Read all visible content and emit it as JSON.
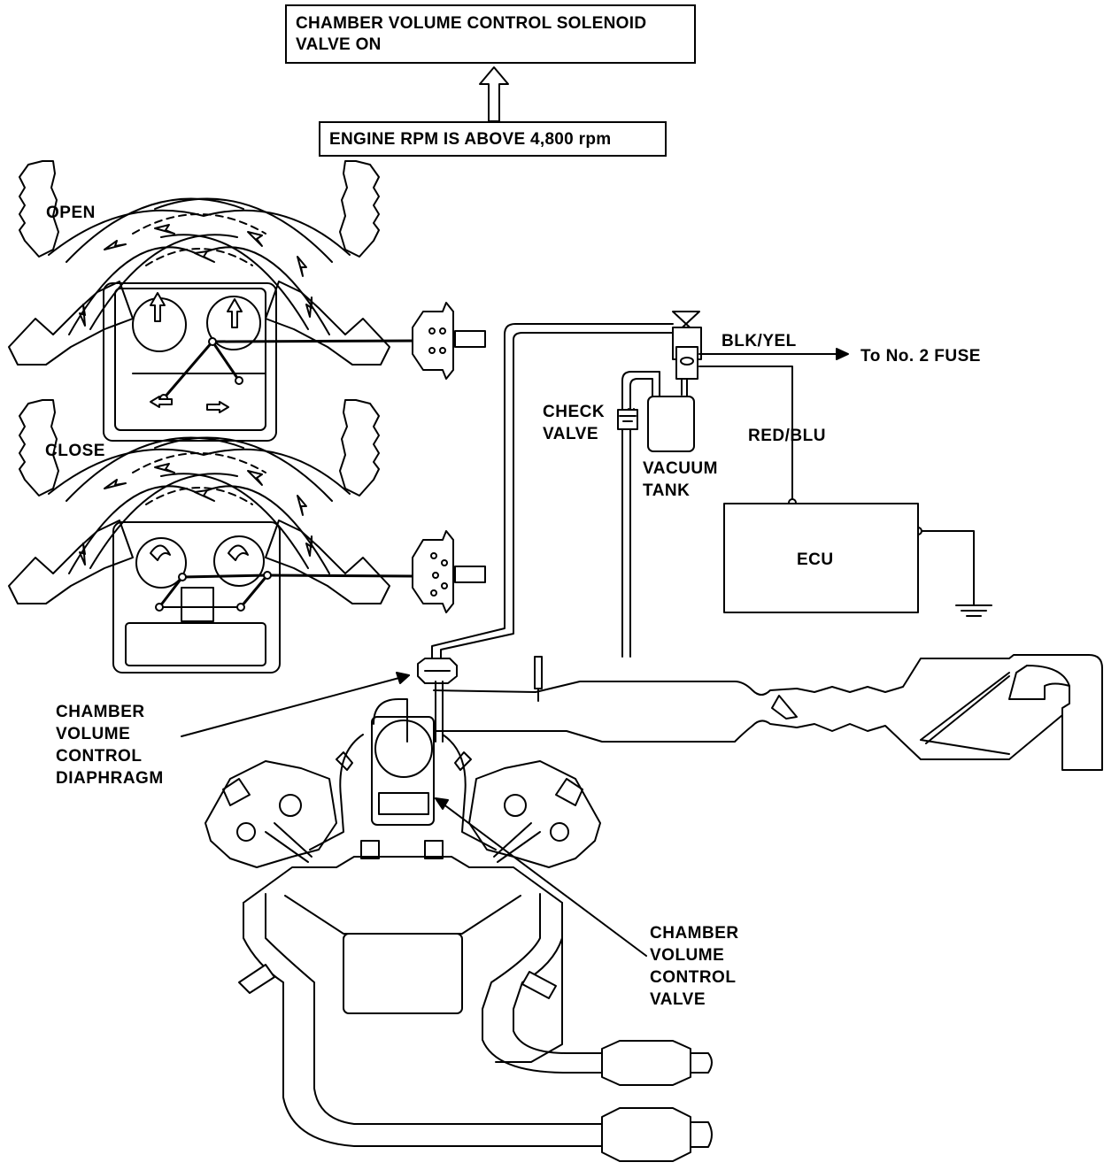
{
  "flow": {
    "result": {
      "line1": "CHAMBER VOLUME CONTROL SOLENOID",
      "line2": "VALVE ON"
    },
    "condition": "ENGINE RPM IS ABOVE 4,800 rpm"
  },
  "states": {
    "open": "OPEN",
    "close": "CLOSE"
  },
  "components": {
    "check_valve": [
      "CHECK",
      "VALVE"
    ],
    "vacuum_tank": [
      "VACUUM",
      "TANK"
    ],
    "ecu": "ECU",
    "diaphragm": [
      "CHAMBER",
      "VOLUME",
      "CONTROL",
      "DIAPHRAGM"
    ],
    "control_valve": [
      "CHAMBER",
      "VOLUME",
      "CONTROL",
      "VALVE"
    ]
  },
  "wiring": {
    "blk_yel": "BLK/YEL",
    "red_blu": "RED/BLU",
    "fuse": "To No. 2 FUSE"
  },
  "colors": {
    "ink": "#000000",
    "paper": "#ffffff"
  }
}
